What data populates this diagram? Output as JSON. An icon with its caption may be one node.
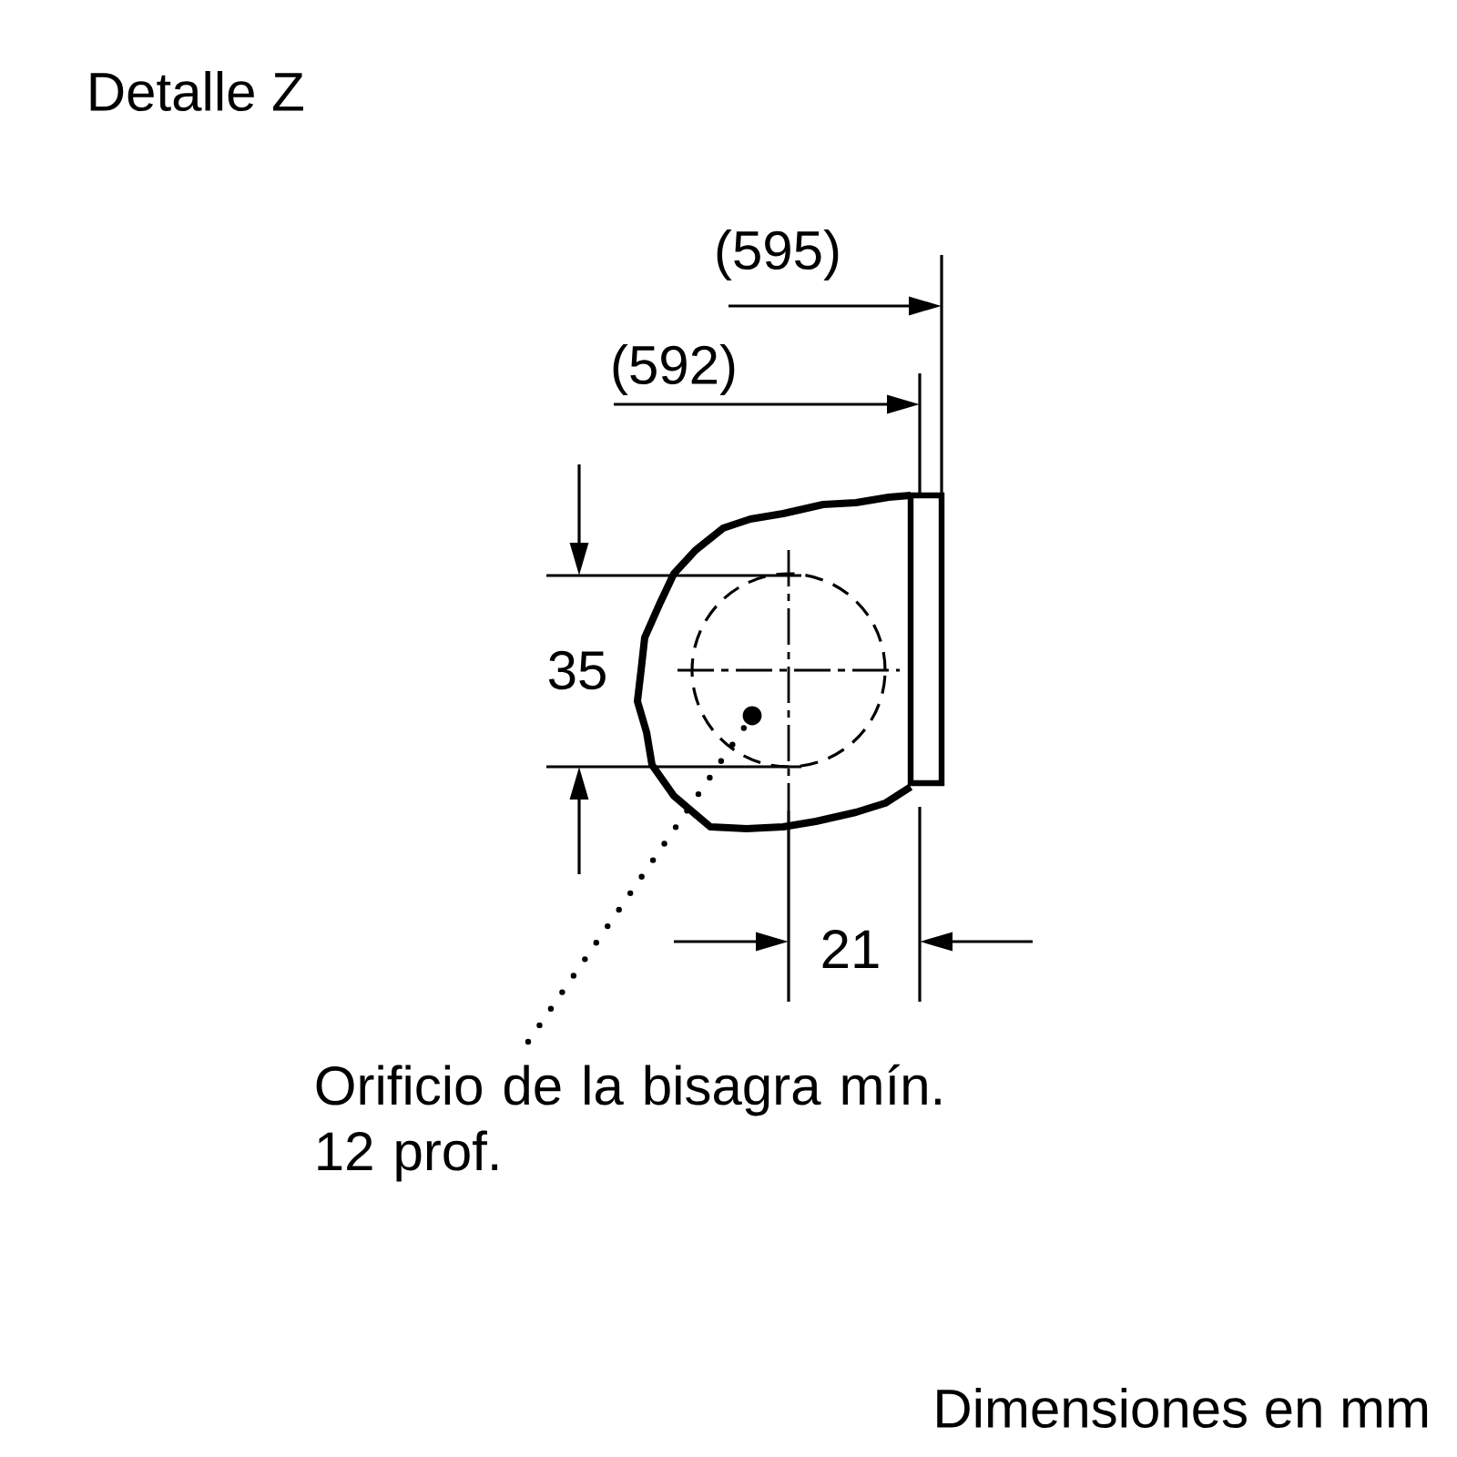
{
  "diagram": {
    "title": "Detalle Z",
    "caption": "Dimensiones en mm",
    "nodes": [
      {
        "text": [
          "Orificio de la bisagra mín. 12 prof."
        ]
      },
      {
        "text": [],
        "shape": "circle"
      }
    ],
    "edges": [
      {
        "from": 0,
        "to": 1,
        "arrow": "none"
      }
    ],
    "labels": [
      "(595)",
      "(592)",
      "35",
      "21"
    ]
  }
}
